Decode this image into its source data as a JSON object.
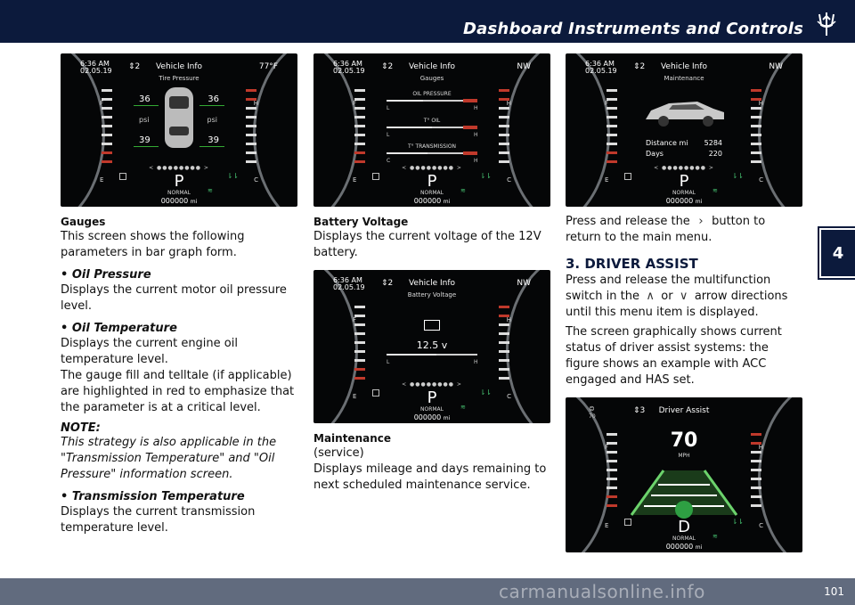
{
  "header": {
    "title": "Dashboard Instruments and Controls",
    "logo_icon": "trident-logo-icon"
  },
  "chapter_tab": "4",
  "footer": {
    "page": "101",
    "watermark": "carmanualsonline.info"
  },
  "cluster_common": {
    "time": "6:36 AM",
    "date": "02.05.19",
    "gear": "P",
    "drive_mode": "NORMAL",
    "odometer": "000000",
    "odo_unit": "mi",
    "fuel_full": "F",
    "fuel_empty": "E",
    "temp_hot": "H",
    "temp_cold": "C",
    "dots": "< ●●●●●●●● >"
  },
  "screen_tire": {
    "page_num": "⇕2",
    "title": "Vehicle Info",
    "right": "77°F",
    "subtitle": "Tire Pressure",
    "fl": "36",
    "fr": "36",
    "rl": "39",
    "rr": "39",
    "unit": "psi"
  },
  "screen_gauges": {
    "page_num": "⇕2",
    "title": "Vehicle Info",
    "right": "NW",
    "subtitle": "Gauges",
    "bars": [
      {
        "label": "OIL PRESSURE",
        "low": "L",
        "high": "H"
      },
      {
        "label": "T° OIL",
        "low": "L",
        "high": "H"
      },
      {
        "label": "T° TRANSMISSION",
        "low": "C",
        "high": "H"
      }
    ]
  },
  "screen_maint": {
    "page_num": "⇕2",
    "title": "Vehicle Info",
    "right": "NW",
    "subtitle": "Maintenance",
    "dist_label": "Distance mi",
    "dist_val": "5284",
    "days_label": "Days",
    "days_val": "220"
  },
  "screen_batt": {
    "page_num": "⇕2",
    "title": "Vehicle Info",
    "right": "NW",
    "subtitle": "Battery Voltage",
    "value": "12.5 v",
    "low": "L",
    "high": "H"
  },
  "screen_driver": {
    "page_num": "⇕3",
    "title": "Driver Assist",
    "speed": "70",
    "speed_unit": "MPH",
    "set_speed": "70",
    "gear": "D"
  },
  "col1": {
    "h_gauges": "Gauges",
    "p1": "This screen shows the following parameters in bar graph form.",
    "b1": "• Oil Pressure",
    "p2": "Displays the current motor oil pressure level.",
    "b2": "• Oil Temperature",
    "p3": "Displays the current engine oil temperature level.",
    "p4": "The gauge fill and telltale (if applicable) are highlighted in red to emphasize that the parameter is at a critical level.",
    "note_h": "NOTE:",
    "note": "This strategy is also applicable in the \"Transmission Temperature\" and \"Oil Pressure\" information screen.",
    "b3": "• Transmission Temperature",
    "p5": "Displays the current transmission temperature level."
  },
  "col2": {
    "h_batt": "Battery Voltage",
    "p1": "Displays the current voltage of the 12V battery.",
    "h_maint": "Maintenance",
    "p_service": "(service)",
    "p2": "Displays mileage and days remaining to next scheduled maintenance service."
  },
  "col3": {
    "p1a": "Press and release the",
    "p1b": "button to return to the main menu.",
    "h_driver": "3. DRIVER ASSIST",
    "p2a": "Press and release the multifunction switch in the",
    "p2or": "or",
    "p2b": "arrow directions until this menu item is displayed.",
    "p3": "The screen graphically shows current status of driver assist systems: the figure shows an example with ACC engaged and HAS set."
  }
}
